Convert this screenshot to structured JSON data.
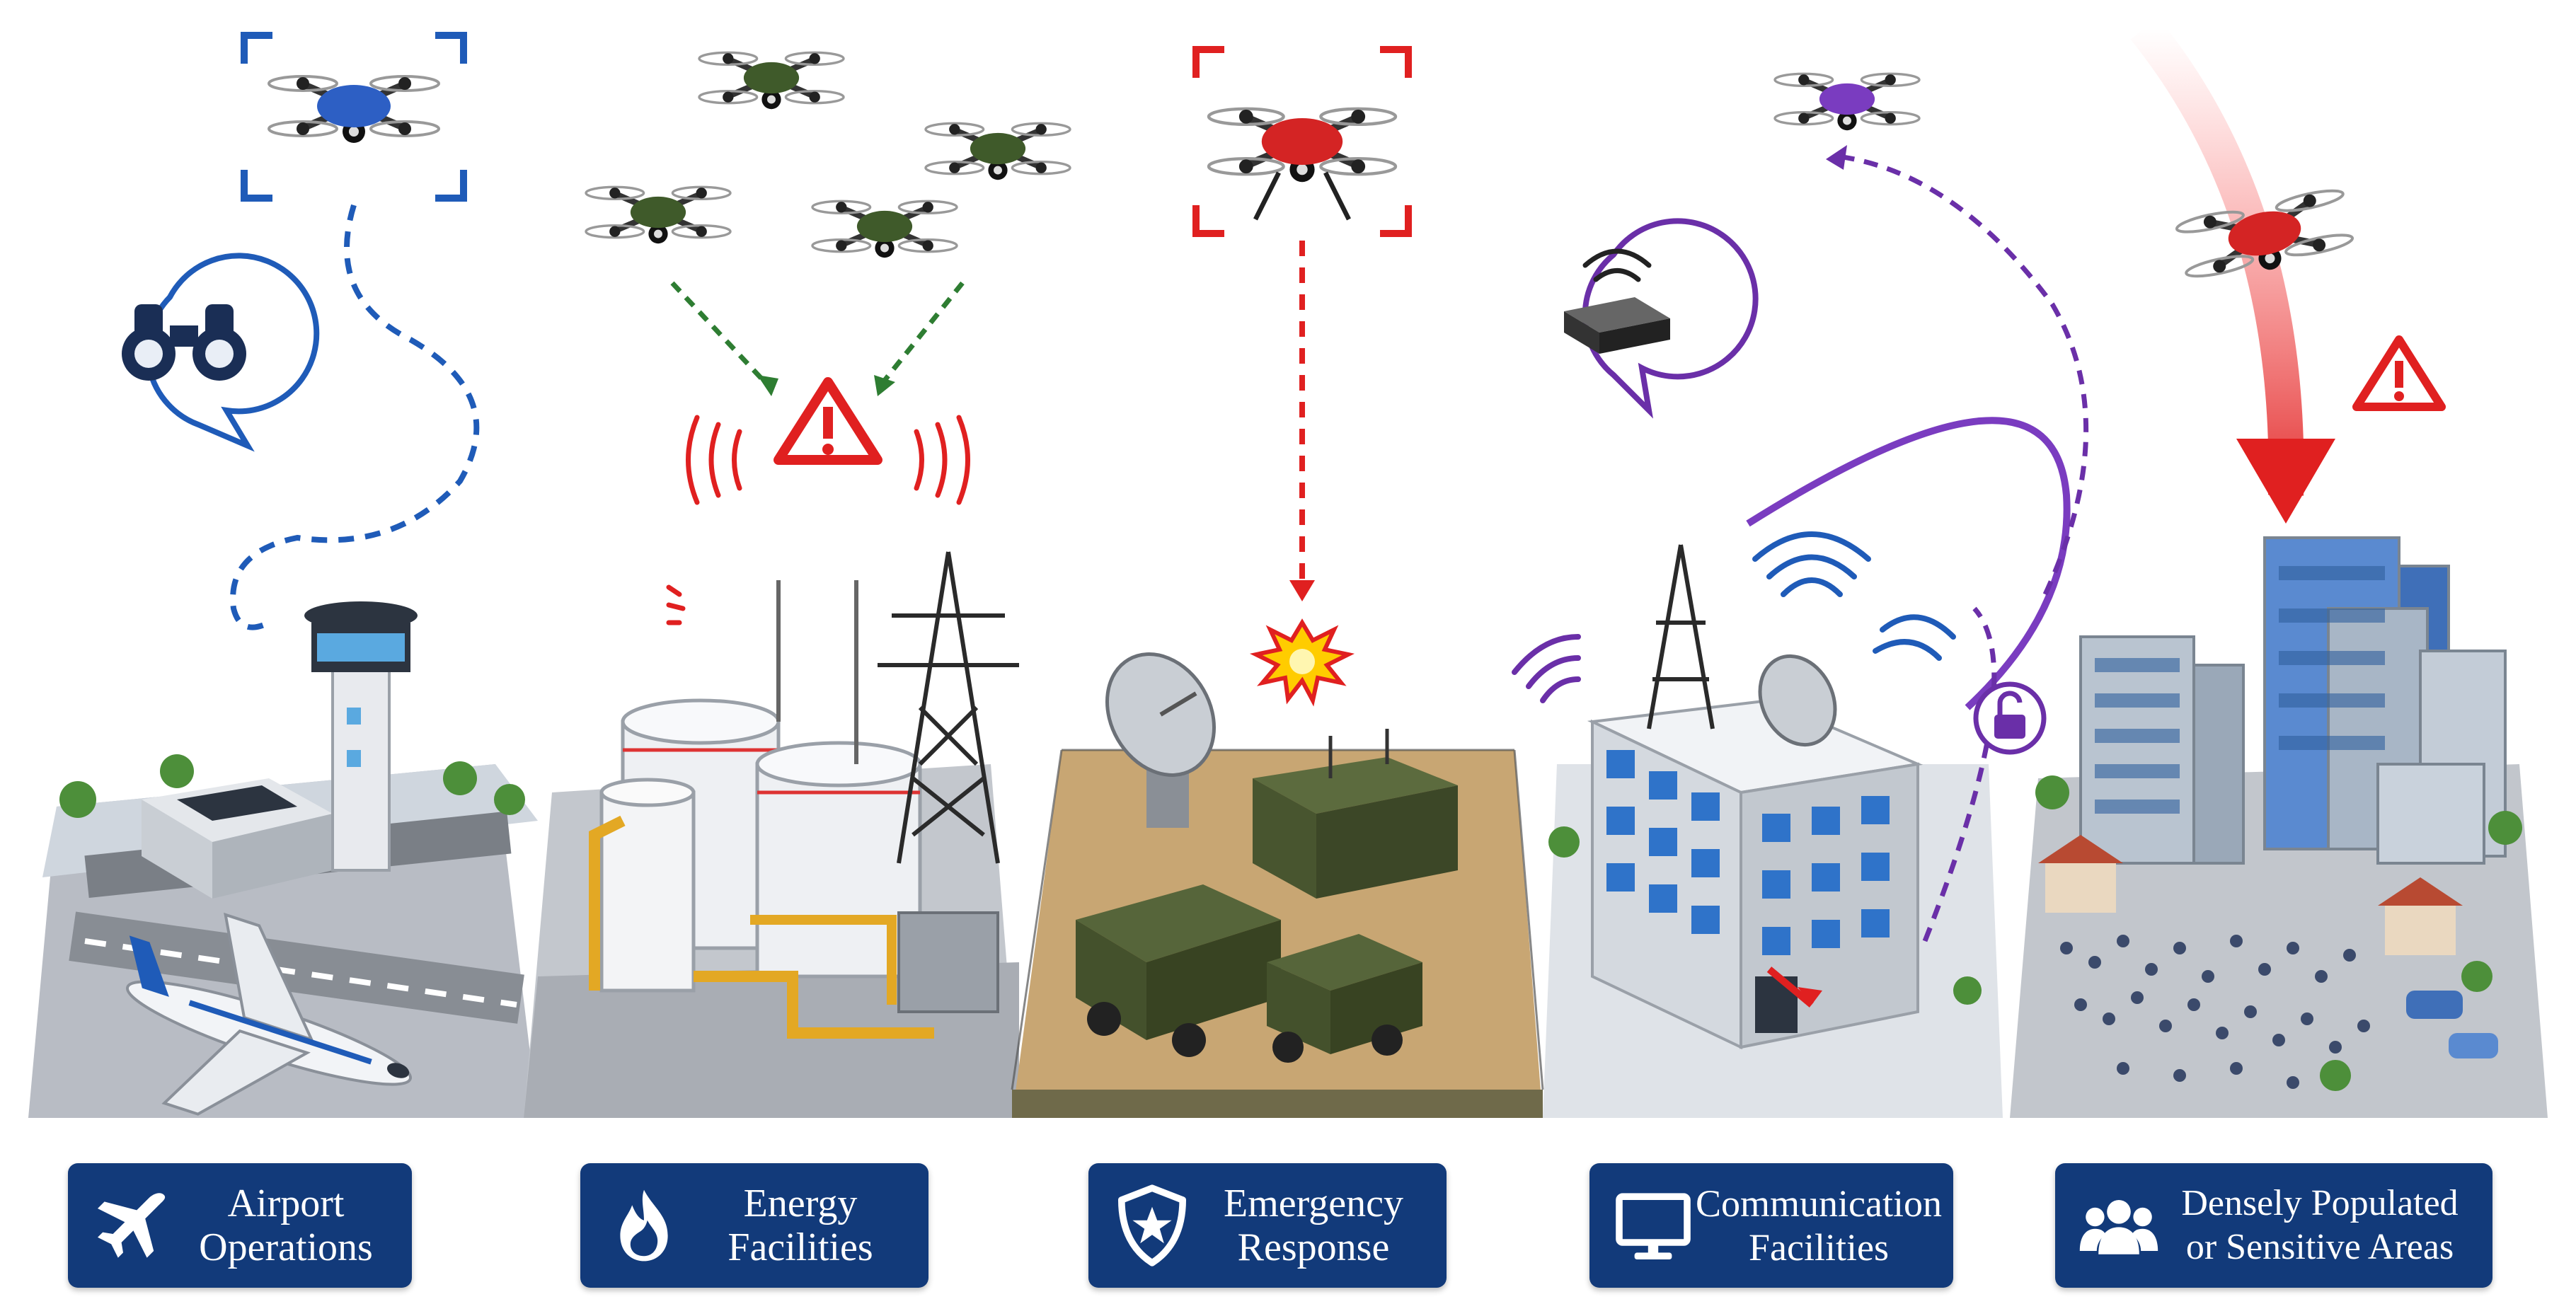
{
  "labels": [
    {
      "id": "airport",
      "line1": "Airport",
      "line2": "Operations",
      "icon": "airplane-icon"
    },
    {
      "id": "energy",
      "line1": "Energy",
      "line2": "Facilities",
      "icon": "flame-icon"
    },
    {
      "id": "emergency",
      "line1": "Emergency",
      "line2": "Response",
      "icon": "shield-star-icon"
    },
    {
      "id": "communication",
      "line1": "Communication",
      "line2": "Facilities",
      "icon": "monitor-icon"
    },
    {
      "id": "populated",
      "line1": "Densely Populated",
      "line2": "or Sensitive Areas",
      "icon": "people-icon"
    }
  ],
  "colors": {
    "label_bg": "#123a7a",
    "blue_accent": "#1f5bb8",
    "green_accent": "#2e7d32",
    "red_accent": "#e02020",
    "purple_accent": "#6a2fa8"
  }
}
